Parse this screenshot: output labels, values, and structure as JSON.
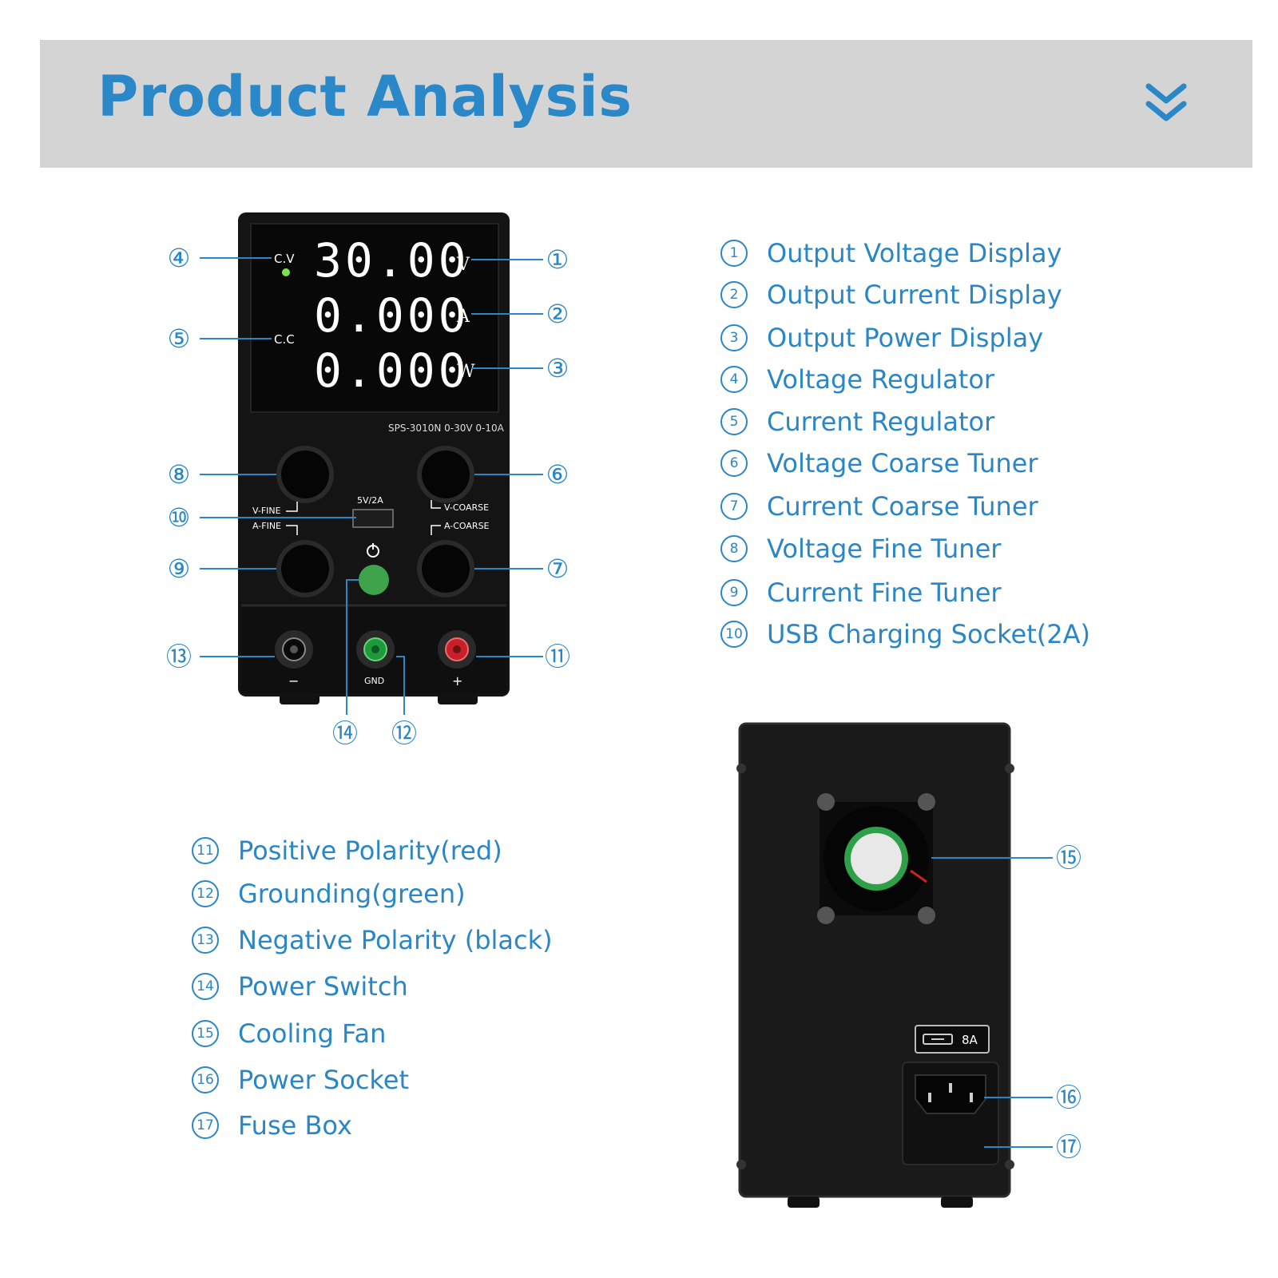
{
  "header": {
    "title": "Product Analysis",
    "icon": "double-chevron-down-icon",
    "background_color": "#d4d4d4",
    "title_color": "#2a88c8"
  },
  "device_front": {
    "display": {
      "cv_label": "C.V",
      "cc_label": "C.C",
      "voltage_value": "30.00",
      "voltage_unit": "V",
      "current_value": "0.000",
      "current_unit": "A",
      "power_value": "0.000",
      "power_unit": "W"
    },
    "model_label": "SPS-3010N 0-30V 0-10A",
    "knob_labels": {
      "v_fine": "V-FINE",
      "v_coarse": "V-COARSE",
      "a_fine": "A-FINE",
      "a_coarse": "A-COARSE"
    },
    "usb_label": "5V/2A",
    "terminal_labels": {
      "negative": "−",
      "ground": "GND",
      "positive": "+"
    }
  },
  "device_back": {
    "fuse_label": "8A"
  },
  "callouts": {
    "c1": "①",
    "c2": "②",
    "c3": "③",
    "c4": "④",
    "c5": "⑤",
    "c6": "⑥",
    "c7": "⑦",
    "c8": "⑧",
    "c9": "⑨",
    "c10": "⑩",
    "c11": "⑪",
    "c12": "⑫",
    "c13": "⑬",
    "c14": "⑭",
    "c15": "⑮",
    "c16": "⑯",
    "c17": "⑰"
  },
  "legend_top": [
    {
      "num": "1",
      "label": "Output Voltage Display"
    },
    {
      "num": "2",
      "label": "Output Current Display"
    },
    {
      "num": "3",
      "label": "Output Power Display"
    },
    {
      "num": "4",
      "label": "Voltage Regulator"
    },
    {
      "num": "5",
      "label": "Current Regulator"
    },
    {
      "num": "6",
      "label": "Voltage Coarse Tuner"
    },
    {
      "num": "7",
      "label": "Current Coarse Tuner"
    },
    {
      "num": "8",
      "label": "Voltage Fine Tuner"
    },
    {
      "num": "9",
      "label": "Current Fine Tuner"
    },
    {
      "num": "10",
      "label": "USB Charging Socket(2A)"
    }
  ],
  "legend_bottom": [
    {
      "num": "11",
      "label": "Positive Polarity(red)"
    },
    {
      "num": "12",
      "label": "Grounding(green)"
    },
    {
      "num": "13",
      "label": "Negative Polarity (black)"
    },
    {
      "num": "14",
      "label": "Power Switch"
    },
    {
      "num": "15",
      "label": "Cooling Fan"
    },
    {
      "num": "16",
      "label": "Power Socket"
    },
    {
      "num": "17",
      "label": "Fuse Box"
    }
  ]
}
